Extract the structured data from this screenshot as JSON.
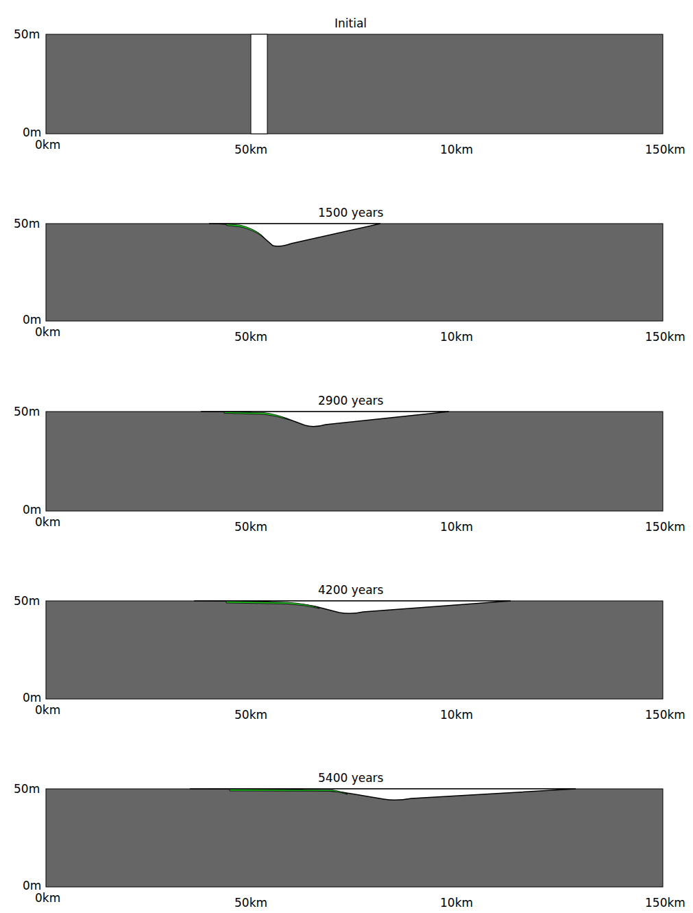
{
  "diagram": {
    "labels": [
      "Initial",
      "50m",
      "0m",
      "0km",
      "50km",
      "10km",
      "150km",
      "1500 years",
      "50m",
      "0m",
      "0km",
      "50km",
      "10km",
      "150km",
      "2900 years",
      "50m",
      "0m",
      "0km",
      "50km",
      "10km",
      "150km",
      "4200 years",
      "50m",
      "0m",
      "0km",
      "50km",
      "10km",
      "150km",
      "5400 years",
      "50m",
      "0m",
      "0km",
      "50km",
      "10km",
      "150km"
    ]
  }
}
